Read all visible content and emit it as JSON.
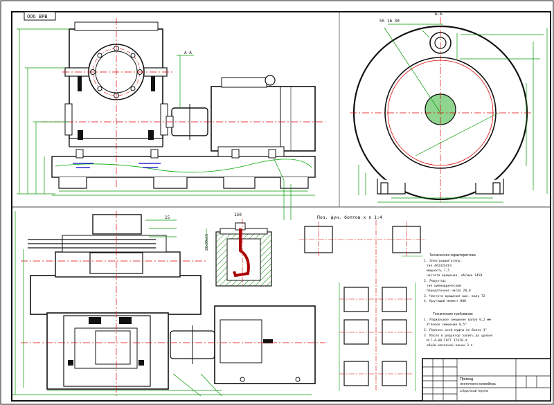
{
  "sheet": {
    "stamp": "ООО ВРВ",
    "callouts": {
      "section_label": "А-А",
      "front_view_label": "Б-Б",
      "side_dim_top": "55 16 30",
      "plan_dim_top": "15",
      "bolt_layout_title": "Поз. фун. болтов x n 1:4",
      "detail_dim": "22x30x16",
      "detail_dim2": "150"
    },
    "notes": {
      "spec_title": "Техническая характеристика",
      "spec_lines": [
        "1. Электродвигатель:",
        "тип                    4А132S4У3",
        "мощность                      7,5",
        "частота вращения, об/мин    1450",
        "2. Редуктор:",
        "тип                  цилиндрический",
        "передаточное число          20,0",
        "3. Частота вращения вых. вала  72",
        "4. Крутящий момент          800"
      ],
      "req_title": "Технические требования",
      "req_lines": [
        "1. Радиальное смещение валов 0,2 мм",
        "   Угловое смещение      0,5°",
        "2. Перекос осей муфты не более 1°",
        "3. Масло в редуктор залить до уровня",
        "   И-Г-А-68 ГОСТ 17479.4",
        "   объём масляной ванны 3 л"
      ]
    },
    "title_block": {
      "doc_title": "Привод",
      "doc_subtitle": "ленточного конвейера",
      "doc_type": "Сборочный чертёж"
    }
  },
  "colors": {
    "line": "#111111",
    "center": "#dd0000",
    "dim": "#009900",
    "oil": "#0000cc",
    "hatch": "#008800",
    "detail": "#aa0000"
  }
}
